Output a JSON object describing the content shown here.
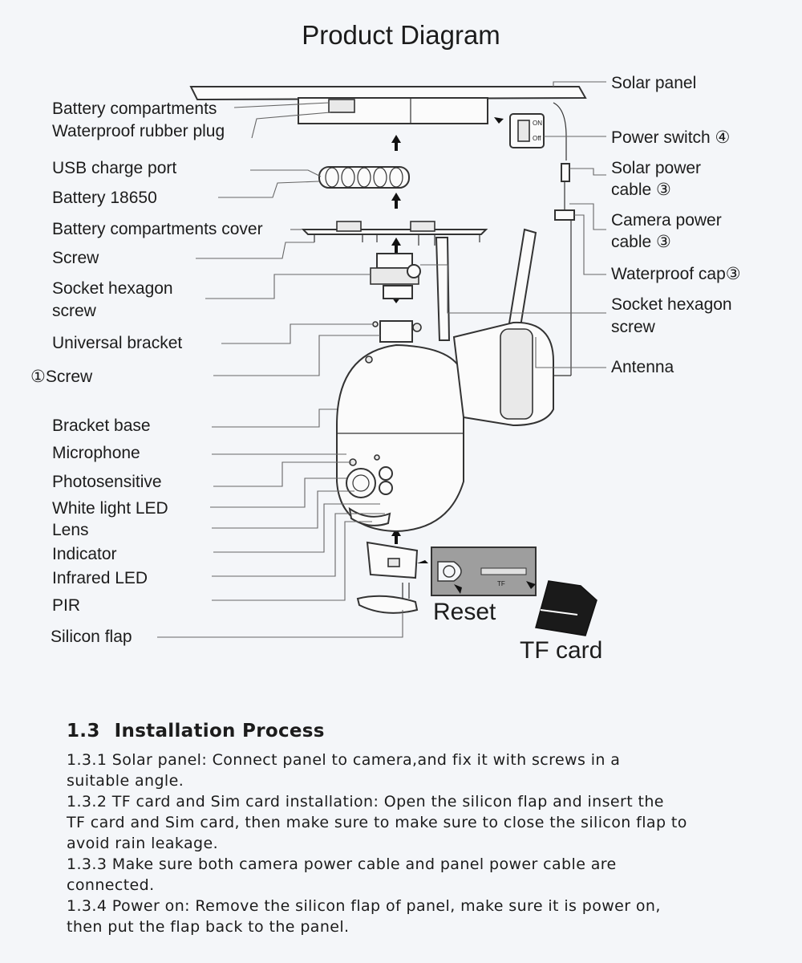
{
  "title": "Product Diagram",
  "left_labels": {
    "battery_compartments": "Battery compartments",
    "waterproof_rubber_plug": "Waterproof rubber plug",
    "usb_charge_port": "USB charge port",
    "battery_18650": "Battery 18650",
    "battery_compartments_cover": "Battery compartments cover",
    "screw_top": "Screw",
    "socket_hexagon_screw_1": "Socket hexagon",
    "socket_hexagon_screw_2": "screw",
    "universal_bracket": "Universal bracket",
    "screw_1": "①Screw",
    "bracket_base": "Bracket base",
    "microphone": "Microphone",
    "photosensitive": "Photosensitive",
    "white_light_led": "White light LED",
    "lens": "Lens",
    "indicator": "Indicator",
    "infrared_led": "Infrared LED",
    "pir": "PIR",
    "silicon_flap": "Silicon flap"
  },
  "right_labels": {
    "solar_panel": "Solar panel",
    "power_switch": "Power switch ④",
    "solar_power_cable_1": "Solar power",
    "solar_power_cable_2": "cable ③",
    "camera_power_cable_1": "Camera power",
    "camera_power_cable_2": "cable ③",
    "waterproof_cap": "Waterproof cap③",
    "socket_hexagon_screw_1": "Socket hexagon",
    "socket_hexagon_screw_2": "screw",
    "antenna": "Antenna"
  },
  "callouts": {
    "reset": "Reset",
    "tf_card": "TF card",
    "switch_on": "ON",
    "switch_off": "Off",
    "slot_tf": "TF"
  },
  "installation": {
    "heading_number": "1.3",
    "heading_text": "Installation Process",
    "steps": [
      {
        "lines": [
          "1.3.1  Solar panel: Connect panel to camera,and fix it with screws in a",
          "suitable angle."
        ]
      },
      {
        "lines": [
          "1.3.2  TF card and Sim  card installation: Open the silicon flap and insert the",
          "TF card and Sim card, then make sure to make sure to close the silicon flap to",
          "avoid rain leakage."
        ]
      },
      {
        "lines": [
          "1.3.3  Make sure both camera power cable and panel power cable are",
          "connected."
        ]
      },
      {
        "lines": [
          "1.3.4  Power on: Remove the silicon flap of panel, make sure it is power on,",
          " then put the flap back to the panel."
        ]
      }
    ]
  }
}
